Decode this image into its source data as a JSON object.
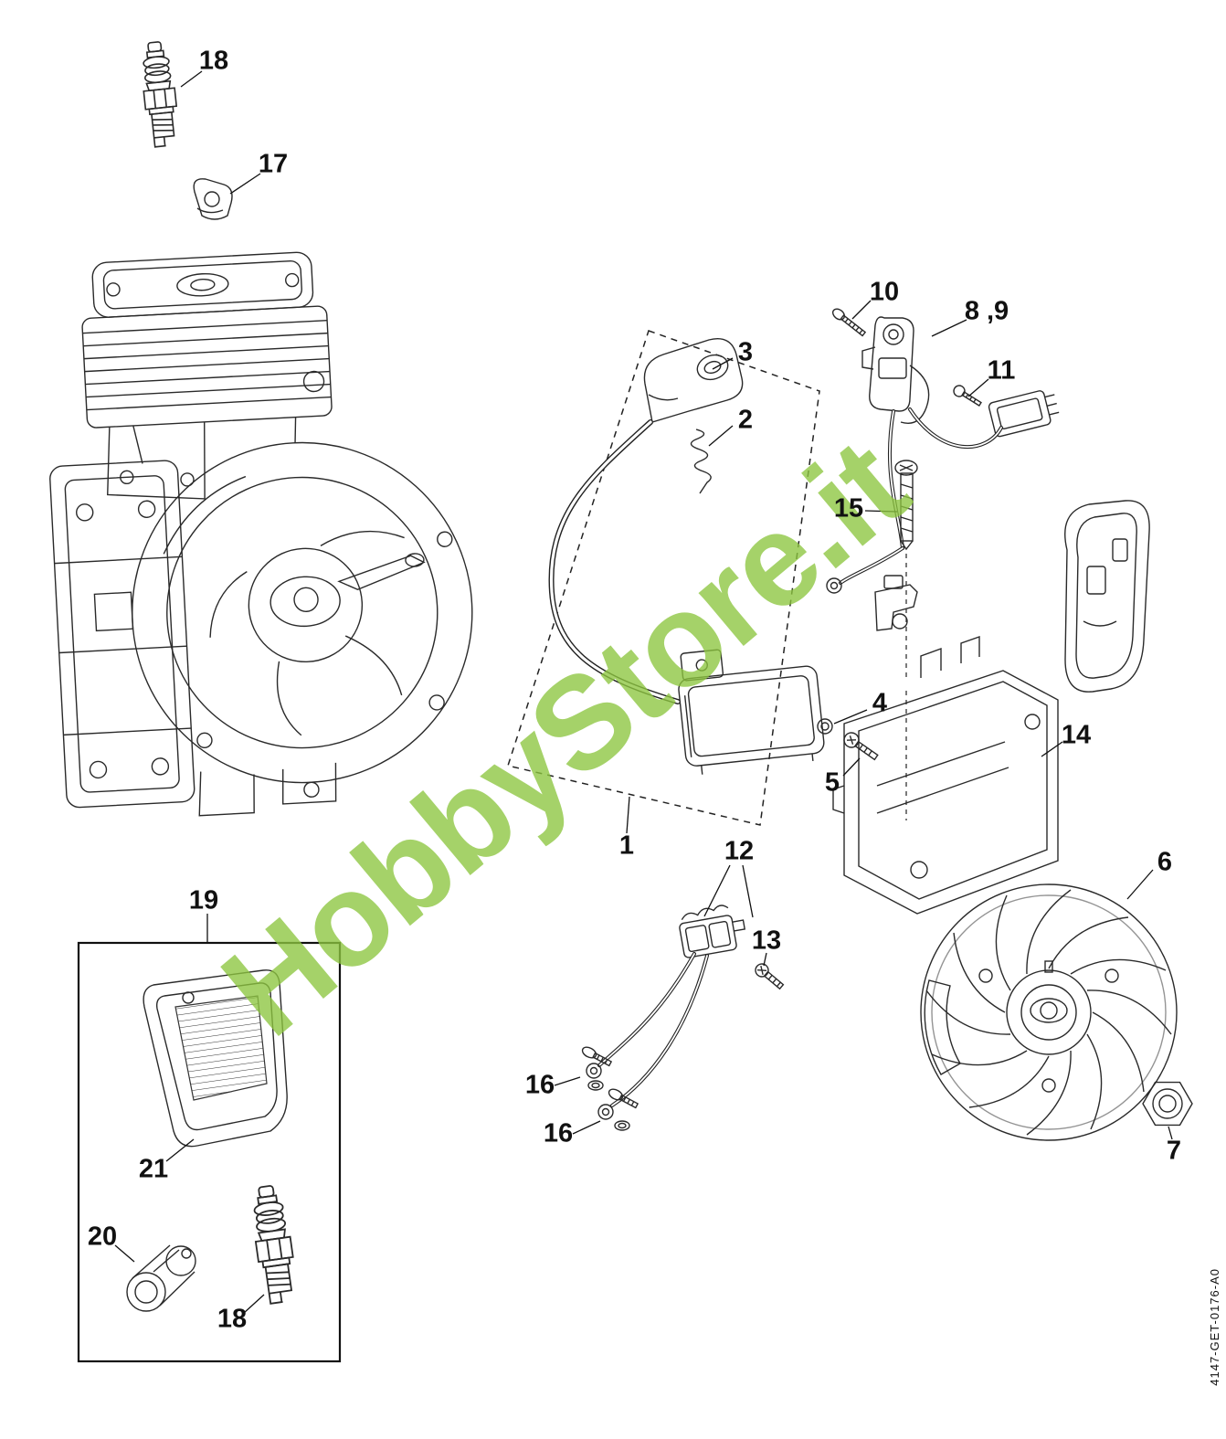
{
  "watermark": {
    "text": "HobbyStore.it",
    "color": "#8dc63f"
  },
  "drawing_code": "4147-GET-0176-A0",
  "part_labels": {
    "spark_plug_top": "18",
    "boot_cap": "17",
    "plug_boot": "3",
    "spring": "2",
    "screw_10": "10",
    "contact_spring": "8 ,9",
    "screw_11": "11",
    "screw_15": "15",
    "washer_4": "4",
    "screw_5": "5",
    "housing": "14",
    "flywheel": "6",
    "ignition_module": "1",
    "wiring_harness": "12",
    "screw_13": "13",
    "screw_16a": "16",
    "screw_16b": "16",
    "nut": "7",
    "filter_box": "19",
    "air_filter": "21",
    "plug": "20",
    "spark_plug_bottom": "18"
  }
}
